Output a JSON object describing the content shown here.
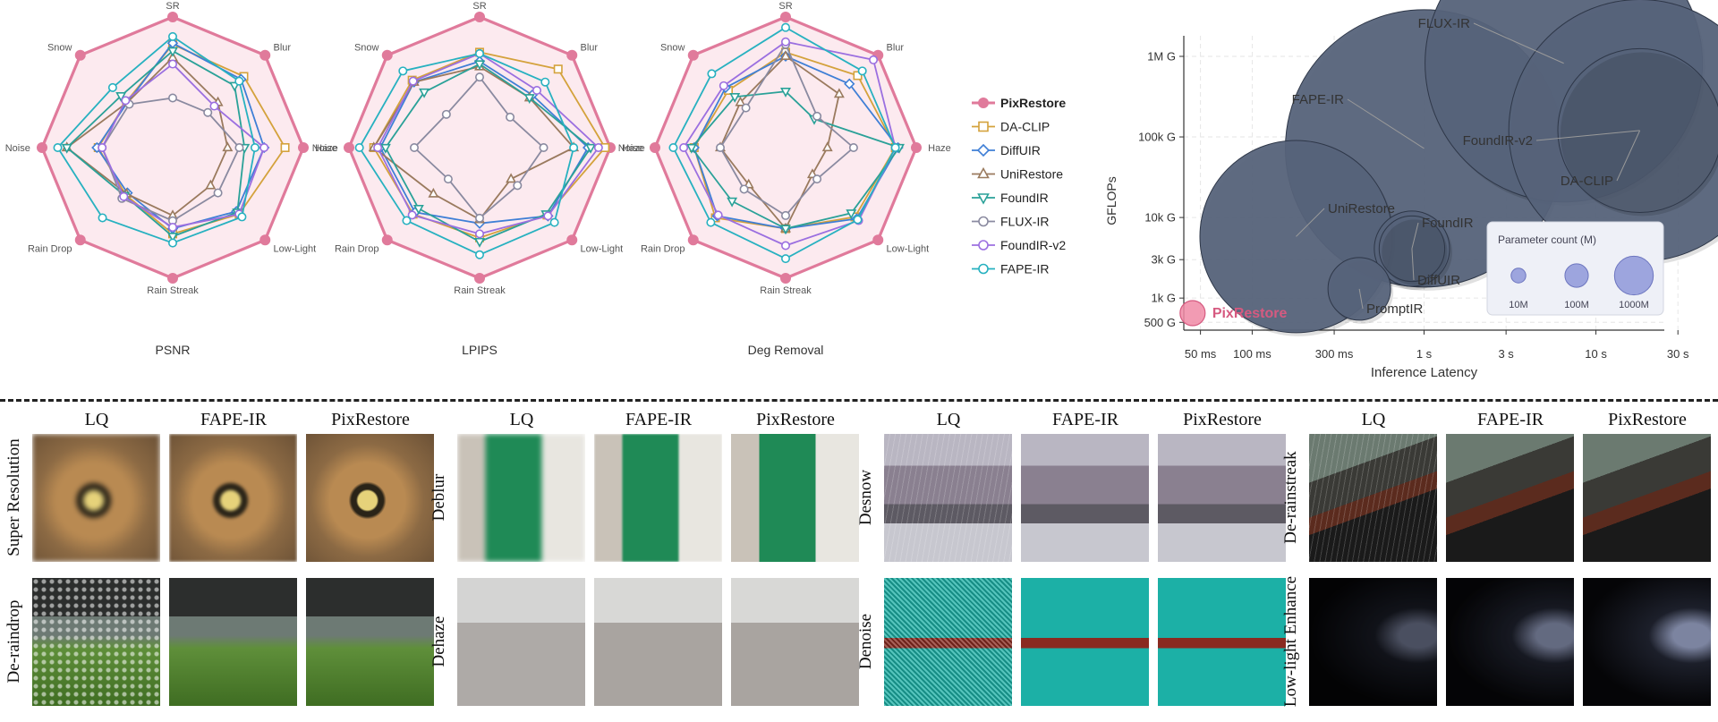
{
  "method_styles": [
    {
      "name": "PixRestore",
      "color": "#e07a9b",
      "marker": "circle",
      "bold": true
    },
    {
      "name": "DA-CLIP",
      "color": "#d4a23c",
      "marker": "square"
    },
    {
      "name": "DiffUIR",
      "color": "#3f7fd6",
      "marker": "diamond"
    },
    {
      "name": "UniRestore",
      "color": "#9a7a5e",
      "marker": "triangle-up"
    },
    {
      "name": "FoundIR",
      "color": "#2aa198",
      "marker": "triangle-down"
    },
    {
      "name": "FLUX-IR",
      "color": "#8a8aa0",
      "marker": "circle"
    },
    {
      "name": "FoundIR-v2",
      "color": "#9b6fe0",
      "marker": "circle"
    },
    {
      "name": "FAPE-IR",
      "color": "#27b1c0",
      "marker": "circle"
    }
  ],
  "chart_data": [
    {
      "type": "radar",
      "title": "PSNR",
      "axes": [
        "SR",
        "Blur",
        "Haze",
        "Low-Light",
        "Rain Streak",
        "Rain Drop",
        "Noise",
        "Snow"
      ],
      "series": [
        {
          "name": "PixRestore",
          "values": [
            1.0,
            1.0,
            1.0,
            1.0,
            1.0,
            1.0,
            1.0,
            1.0
          ]
        },
        {
          "name": "DA-CLIP",
          "values": [
            0.79,
            0.77,
            0.86,
            0.72,
            0.66,
            0.51,
            0.57,
            0.5
          ]
        },
        {
          "name": "DiffUIR",
          "values": [
            0.8,
            0.74,
            0.7,
            0.69,
            0.62,
            0.49,
            0.58,
            0.49
          ]
        },
        {
          "name": "UniRestore",
          "values": [
            0.69,
            0.49,
            0.42,
            0.41,
            0.52,
            0.5,
            0.81,
            0.49
          ]
        },
        {
          "name": "FoundIR",
          "values": [
            0.74,
            0.67,
            0.55,
            0.7,
            0.68,
            0.52,
            0.81,
            0.56
          ]
        },
        {
          "name": "FLUX-IR",
          "values": [
            0.38,
            0.38,
            0.51,
            0.49,
            0.56,
            0.55,
            0.54,
            0.47
          ]
        },
        {
          "name": "FoundIR-v2",
          "values": [
            0.64,
            0.45,
            0.7,
            0.72,
            0.61,
            0.53,
            0.54,
            0.51
          ]
        },
        {
          "name": "FAPE-IR",
          "values": [
            0.85,
            0.72,
            0.63,
            0.75,
            0.73,
            0.76,
            0.88,
            0.65
          ]
        }
      ]
    },
    {
      "type": "radar",
      "title": "LPIPS",
      "axes": [
        "SR",
        "Blur",
        "Haze",
        "Low-Light",
        "Rain Streak",
        "Rain Drop",
        "Noise",
        "Snow"
      ],
      "series": [
        {
          "name": "PixRestore",
          "values": [
            1.0,
            1.0,
            1.0,
            1.0,
            1.0,
            1.0,
            1.0,
            1.0
          ]
        },
        {
          "name": "DA-CLIP",
          "values": [
            0.73,
            0.85,
            0.96,
            0.73,
            0.69,
            0.72,
            0.81,
            0.73
          ]
        },
        {
          "name": "DiffUIR",
          "values": [
            0.66,
            0.57,
            0.83,
            0.74,
            0.58,
            0.7,
            0.76,
            0.71
          ]
        },
        {
          "name": "UniRestore",
          "values": [
            0.62,
            0.54,
            0.72,
            0.34,
            0.55,
            0.5,
            0.81,
            0.71
          ]
        },
        {
          "name": "FoundIR",
          "values": [
            0.64,
            0.54,
            0.85,
            0.72,
            0.72,
            0.66,
            0.72,
            0.6
          ]
        },
        {
          "name": "FLUX-IR",
          "values": [
            0.54,
            0.33,
            0.49,
            0.41,
            0.54,
            0.34,
            0.5,
            0.36
          ]
        },
        {
          "name": "FoundIR-v2",
          "values": [
            0.72,
            0.62,
            0.91,
            0.74,
            0.66,
            0.73,
            0.78,
            0.72
          ]
        },
        {
          "name": "FAPE-IR",
          "values": [
            0.72,
            0.71,
            0.72,
            0.81,
            0.82,
            0.79,
            0.92,
            0.83
          ]
        }
      ]
    },
    {
      "type": "radar",
      "title": "Deg Removal",
      "axes": [
        "SR",
        "Blur",
        "Haze",
        "Low-Light",
        "Rain Streak",
        "Rain Drop",
        "Noise",
        "Snow"
      ],
      "series": [
        {
          "name": "PixRestore",
          "values": [
            1.0,
            1.0,
            1.0,
            1.0,
            1.0,
            1.0,
            1.0,
            1.0
          ]
        },
        {
          "name": "DA-CLIP",
          "values": [
            0.73,
            0.78,
            0.84,
            0.75,
            0.62,
            0.76,
            0.7,
            0.62
          ]
        },
        {
          "name": "DiffUIR",
          "values": [
            0.7,
            0.69,
            0.86,
            0.77,
            0.62,
            0.74,
            0.7,
            0.65
          ]
        },
        {
          "name": "UniRestore",
          "values": [
            0.7,
            0.58,
            0.32,
            0.29,
            0.62,
            0.4,
            0.5,
            0.49
          ]
        },
        {
          "name": "FoundIR",
          "values": [
            0.43,
            0.31,
            0.87,
            0.71,
            0.62,
            0.58,
            0.72,
            0.55
          ]
        },
        {
          "name": "FLUX-IR",
          "values": [
            0.79,
            0.34,
            0.52,
            0.34,
            0.52,
            0.45,
            0.5,
            0.43
          ]
        },
        {
          "name": "FoundIR-v2",
          "values": [
            0.81,
            0.95,
            0.84,
            0.79,
            0.75,
            0.73,
            0.78,
            0.67
          ]
        },
        {
          "name": "FAPE-IR",
          "values": [
            0.92,
            0.83,
            0.84,
            0.78,
            0.85,
            0.81,
            0.86,
            0.8
          ]
        }
      ]
    },
    {
      "type": "scatter",
      "variant": "bubble",
      "xlabel": "Inference Latency",
      "ylabel": "GFLOPs",
      "xscale": "log",
      "yscale": "log",
      "xticks": [
        0.05,
        0.1,
        0.3,
        1,
        3,
        10,
        30
      ],
      "xticklabels": [
        "50 ms",
        "100 ms",
        "300 ms",
        "1 s",
        "3 s",
        "10 s",
        "30 s"
      ],
      "yticks": [
        500,
        1000,
        3000,
        10000,
        100000,
        1000000
      ],
      "yticklabels": [
        "500 G",
        "1k G",
        "3k G",
        "10k G",
        "100k G",
        "1M G"
      ],
      "xlim": [
        0.04,
        25
      ],
      "ylim": [
        400,
        1800000
      ],
      "grid": true,
      "points": [
        {
          "name": "PixRestore",
          "x": 0.045,
          "y": 650,
          "params_m": 150,
          "highlight": true
        },
        {
          "name": "PromptIR",
          "x": 0.42,
          "y": 1300,
          "params_m": 36
        },
        {
          "name": "FoundIR",
          "x": 0.85,
          "y": 4100,
          "params_m": 55
        },
        {
          "name": "DiffUIR",
          "x": 0.85,
          "y": 4100,
          "params_m": 40
        },
        {
          "name": "UniRestore",
          "x": 0.18,
          "y": 5800,
          "params_m": 420
        },
        {
          "name": "FAPE-IR",
          "x": 1.0,
          "y": 72000,
          "params_m": 900
        },
        {
          "name": "FoundIR-v2",
          "x": 18,
          "y": 120000,
          "params_m": 800
        },
        {
          "name": "DA-CLIP",
          "x": 18,
          "y": 120000,
          "params_m": 300
        },
        {
          "name": "FLUX-IR",
          "x": 6.5,
          "y": 820000,
          "params_m": 900
        }
      ],
      "legend_title": "Parameter count (M)",
      "legend_items": [
        {
          "label": "10M",
          "params_m": 10
        },
        {
          "label": "100M",
          "params_m": 100
        },
        {
          "label": "1000M",
          "params_m": 1000
        }
      ],
      "legend_position": "bottom-right"
    }
  ],
  "comparison": {
    "col_headers": [
      "LQ",
      "FAPE-IR",
      "PixRestore"
    ],
    "groups": [
      {
        "rows": [
          {
            "label": "Super Resolution",
            "scene": "eye"
          },
          {
            "label": "De-raindrop",
            "scene": "garden"
          }
        ]
      },
      {
        "rows": [
          {
            "label": "Deblur",
            "scene": "can"
          },
          {
            "label": "Dehaze",
            "scene": "street"
          }
        ]
      },
      {
        "rows": [
          {
            "label": "Desnow",
            "scene": "city"
          },
          {
            "label": "Denoise",
            "scene": "boat"
          }
        ]
      },
      {
        "rows": [
          {
            "label": "De-rainstreak",
            "scene": "roof"
          },
          {
            "label": "Low-light Enhance",
            "scene": "dog"
          }
        ]
      }
    ]
  }
}
